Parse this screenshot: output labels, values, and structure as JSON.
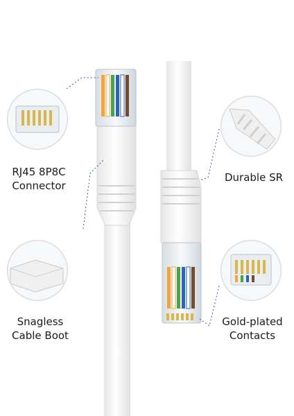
{
  "callouts": [
    {
      "lines": [
        "RJ45 8P8C",
        "Connector"
      ]
    },
    {
      "lines": [
        "Durable SR"
      ]
    },
    {
      "lines": [
        "Snagless",
        "Cable Boot"
      ]
    },
    {
      "lines": [
        "Gold-plated",
        "Contacts"
      ]
    }
  ],
  "colors": {
    "accent_dots": "#2b5c9a",
    "cable": "#f2f2f2",
    "gold": "#d9b54a"
  }
}
